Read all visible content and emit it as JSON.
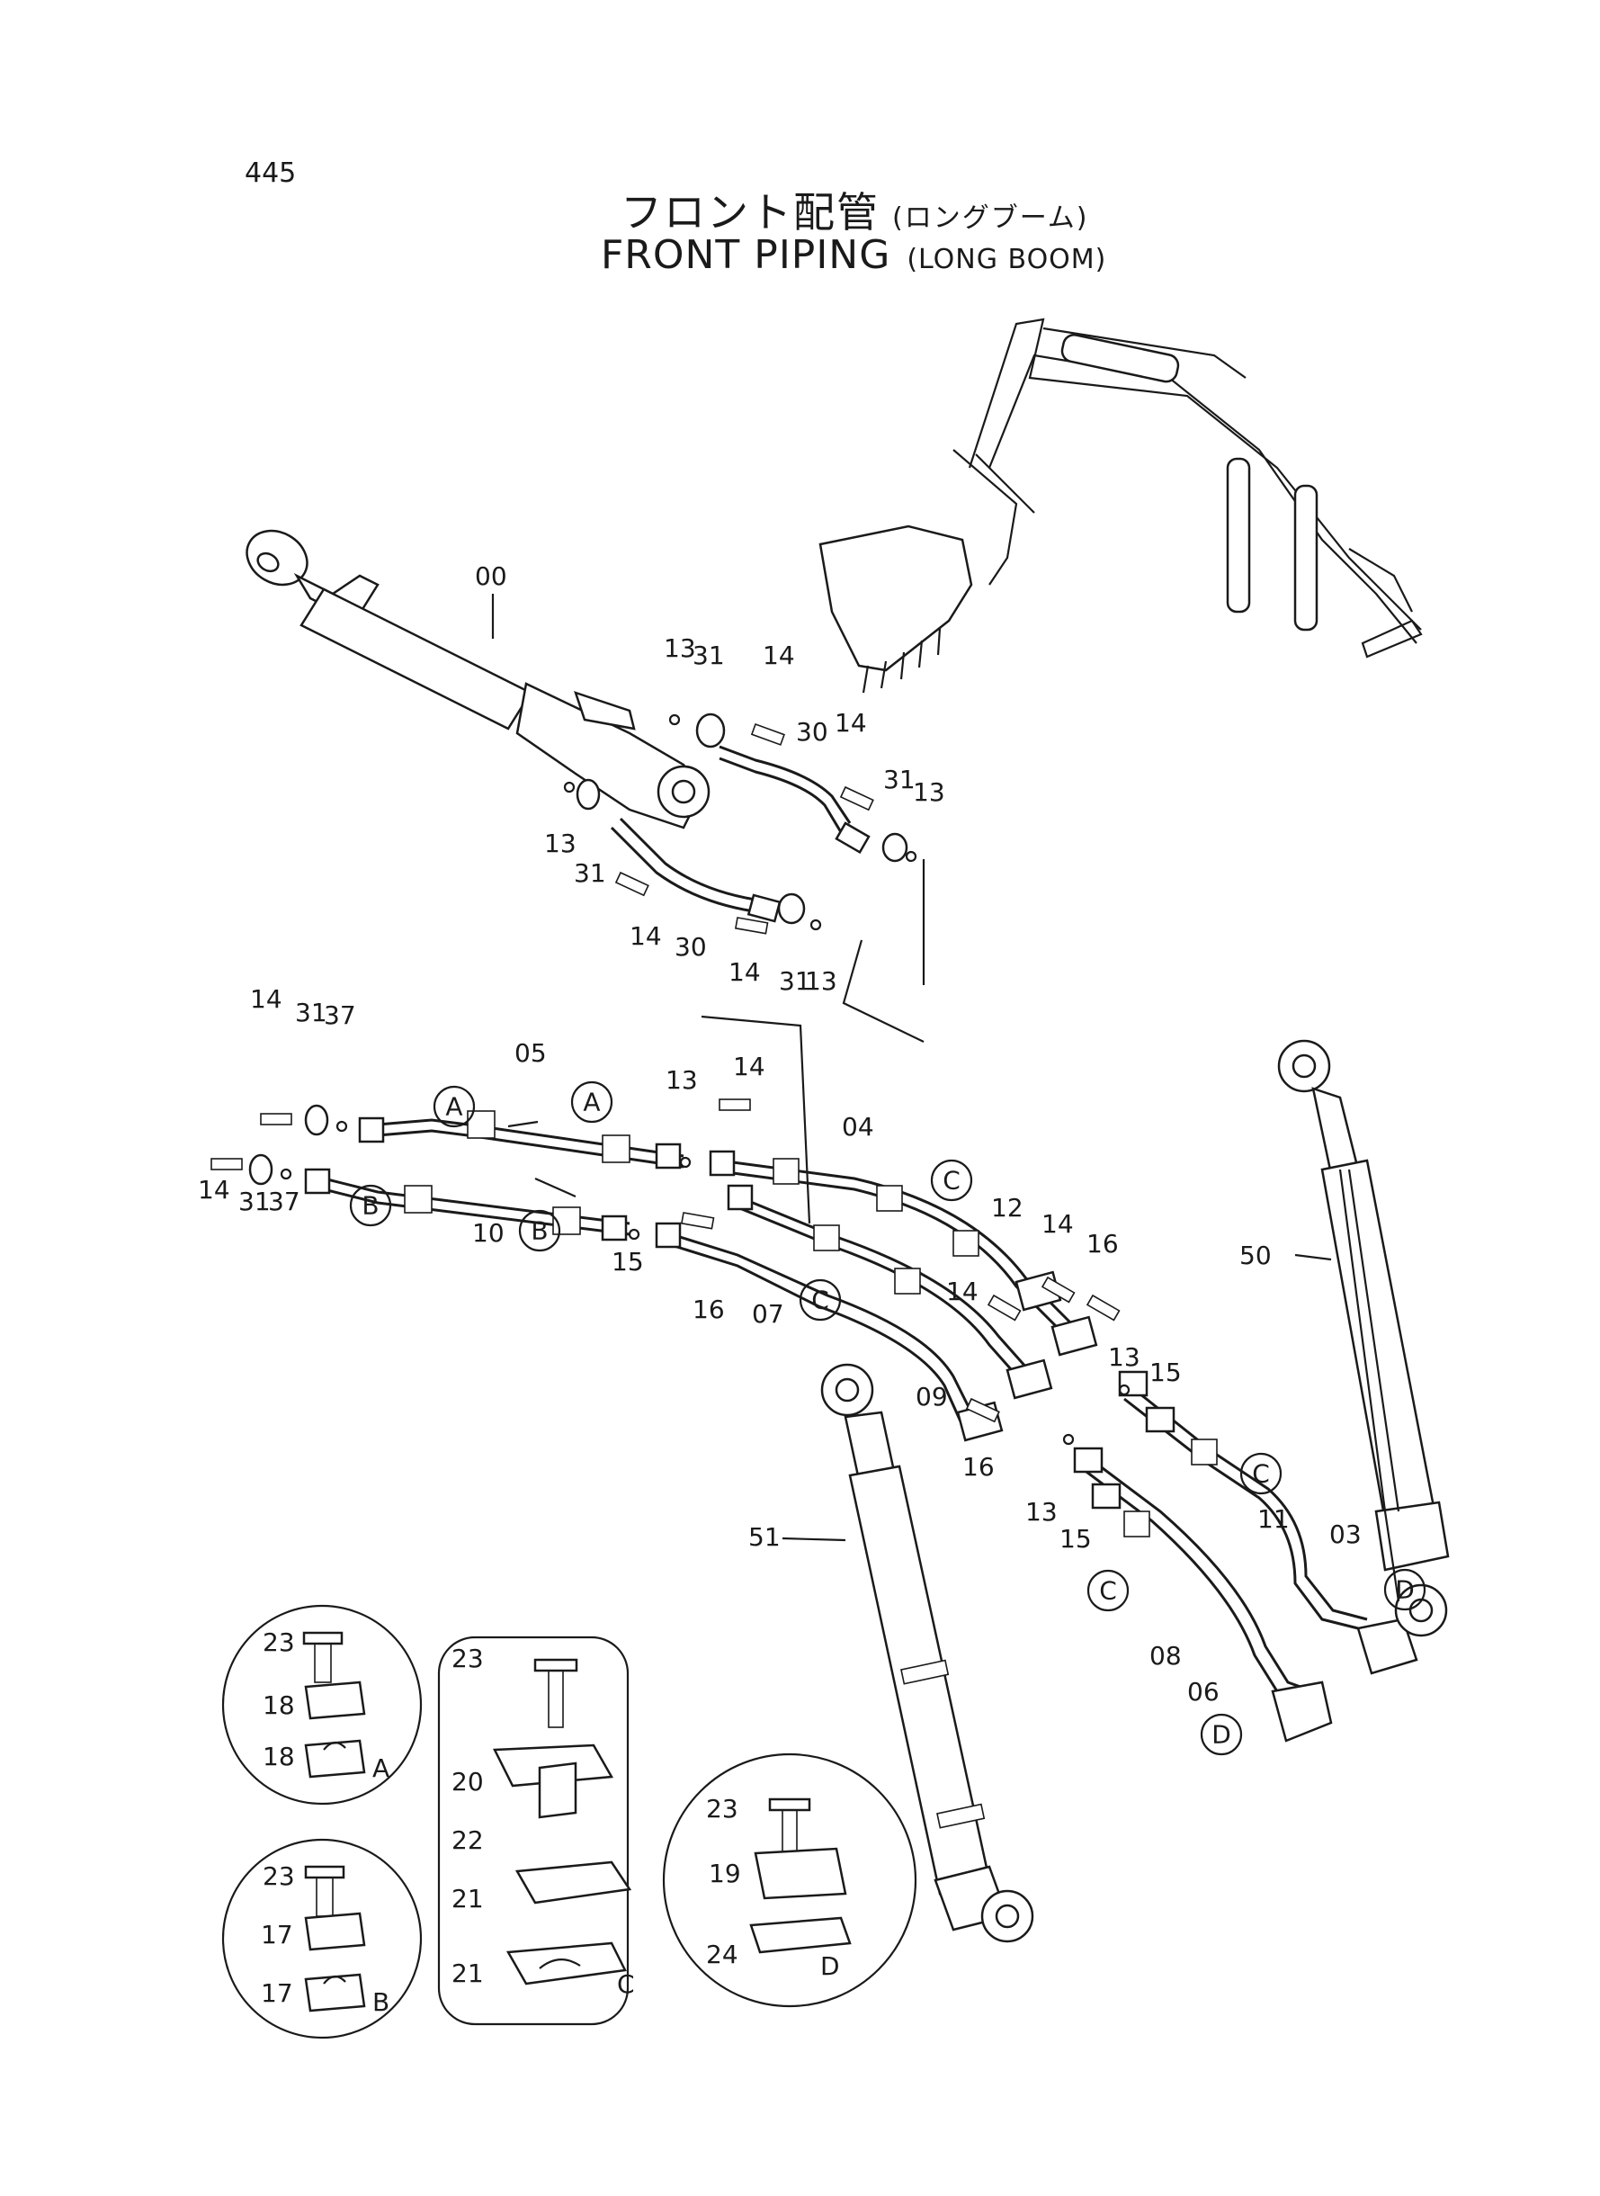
{
  "page": {
    "number": "445"
  },
  "title": {
    "japanese": "フロント配管",
    "japanese_sub": "(ロングブーム)",
    "english": "FRONT PIPING",
    "english_sub": "(LONG BOOM)"
  },
  "labels": {
    "n00": "00",
    "n03": "03",
    "n04": "04",
    "n05": "05",
    "n06": "06",
    "n07": "07",
    "n08": "08",
    "n09": "09",
    "n10": "10",
    "n11": "11",
    "n12": "12",
    "n13": "13",
    "n14": "14",
    "n15": "15",
    "n16": "16",
    "n17": "17",
    "n18": "18",
    "n19": "19",
    "n20": "20",
    "n21": "21",
    "n22": "22",
    "n23": "23",
    "n24": "24",
    "n30": "30",
    "n31": "31",
    "n37": "37",
    "n50": "50",
    "n51": "51"
  },
  "callouts": {
    "A": "A",
    "B": "B",
    "C": "C",
    "D": "D"
  }
}
